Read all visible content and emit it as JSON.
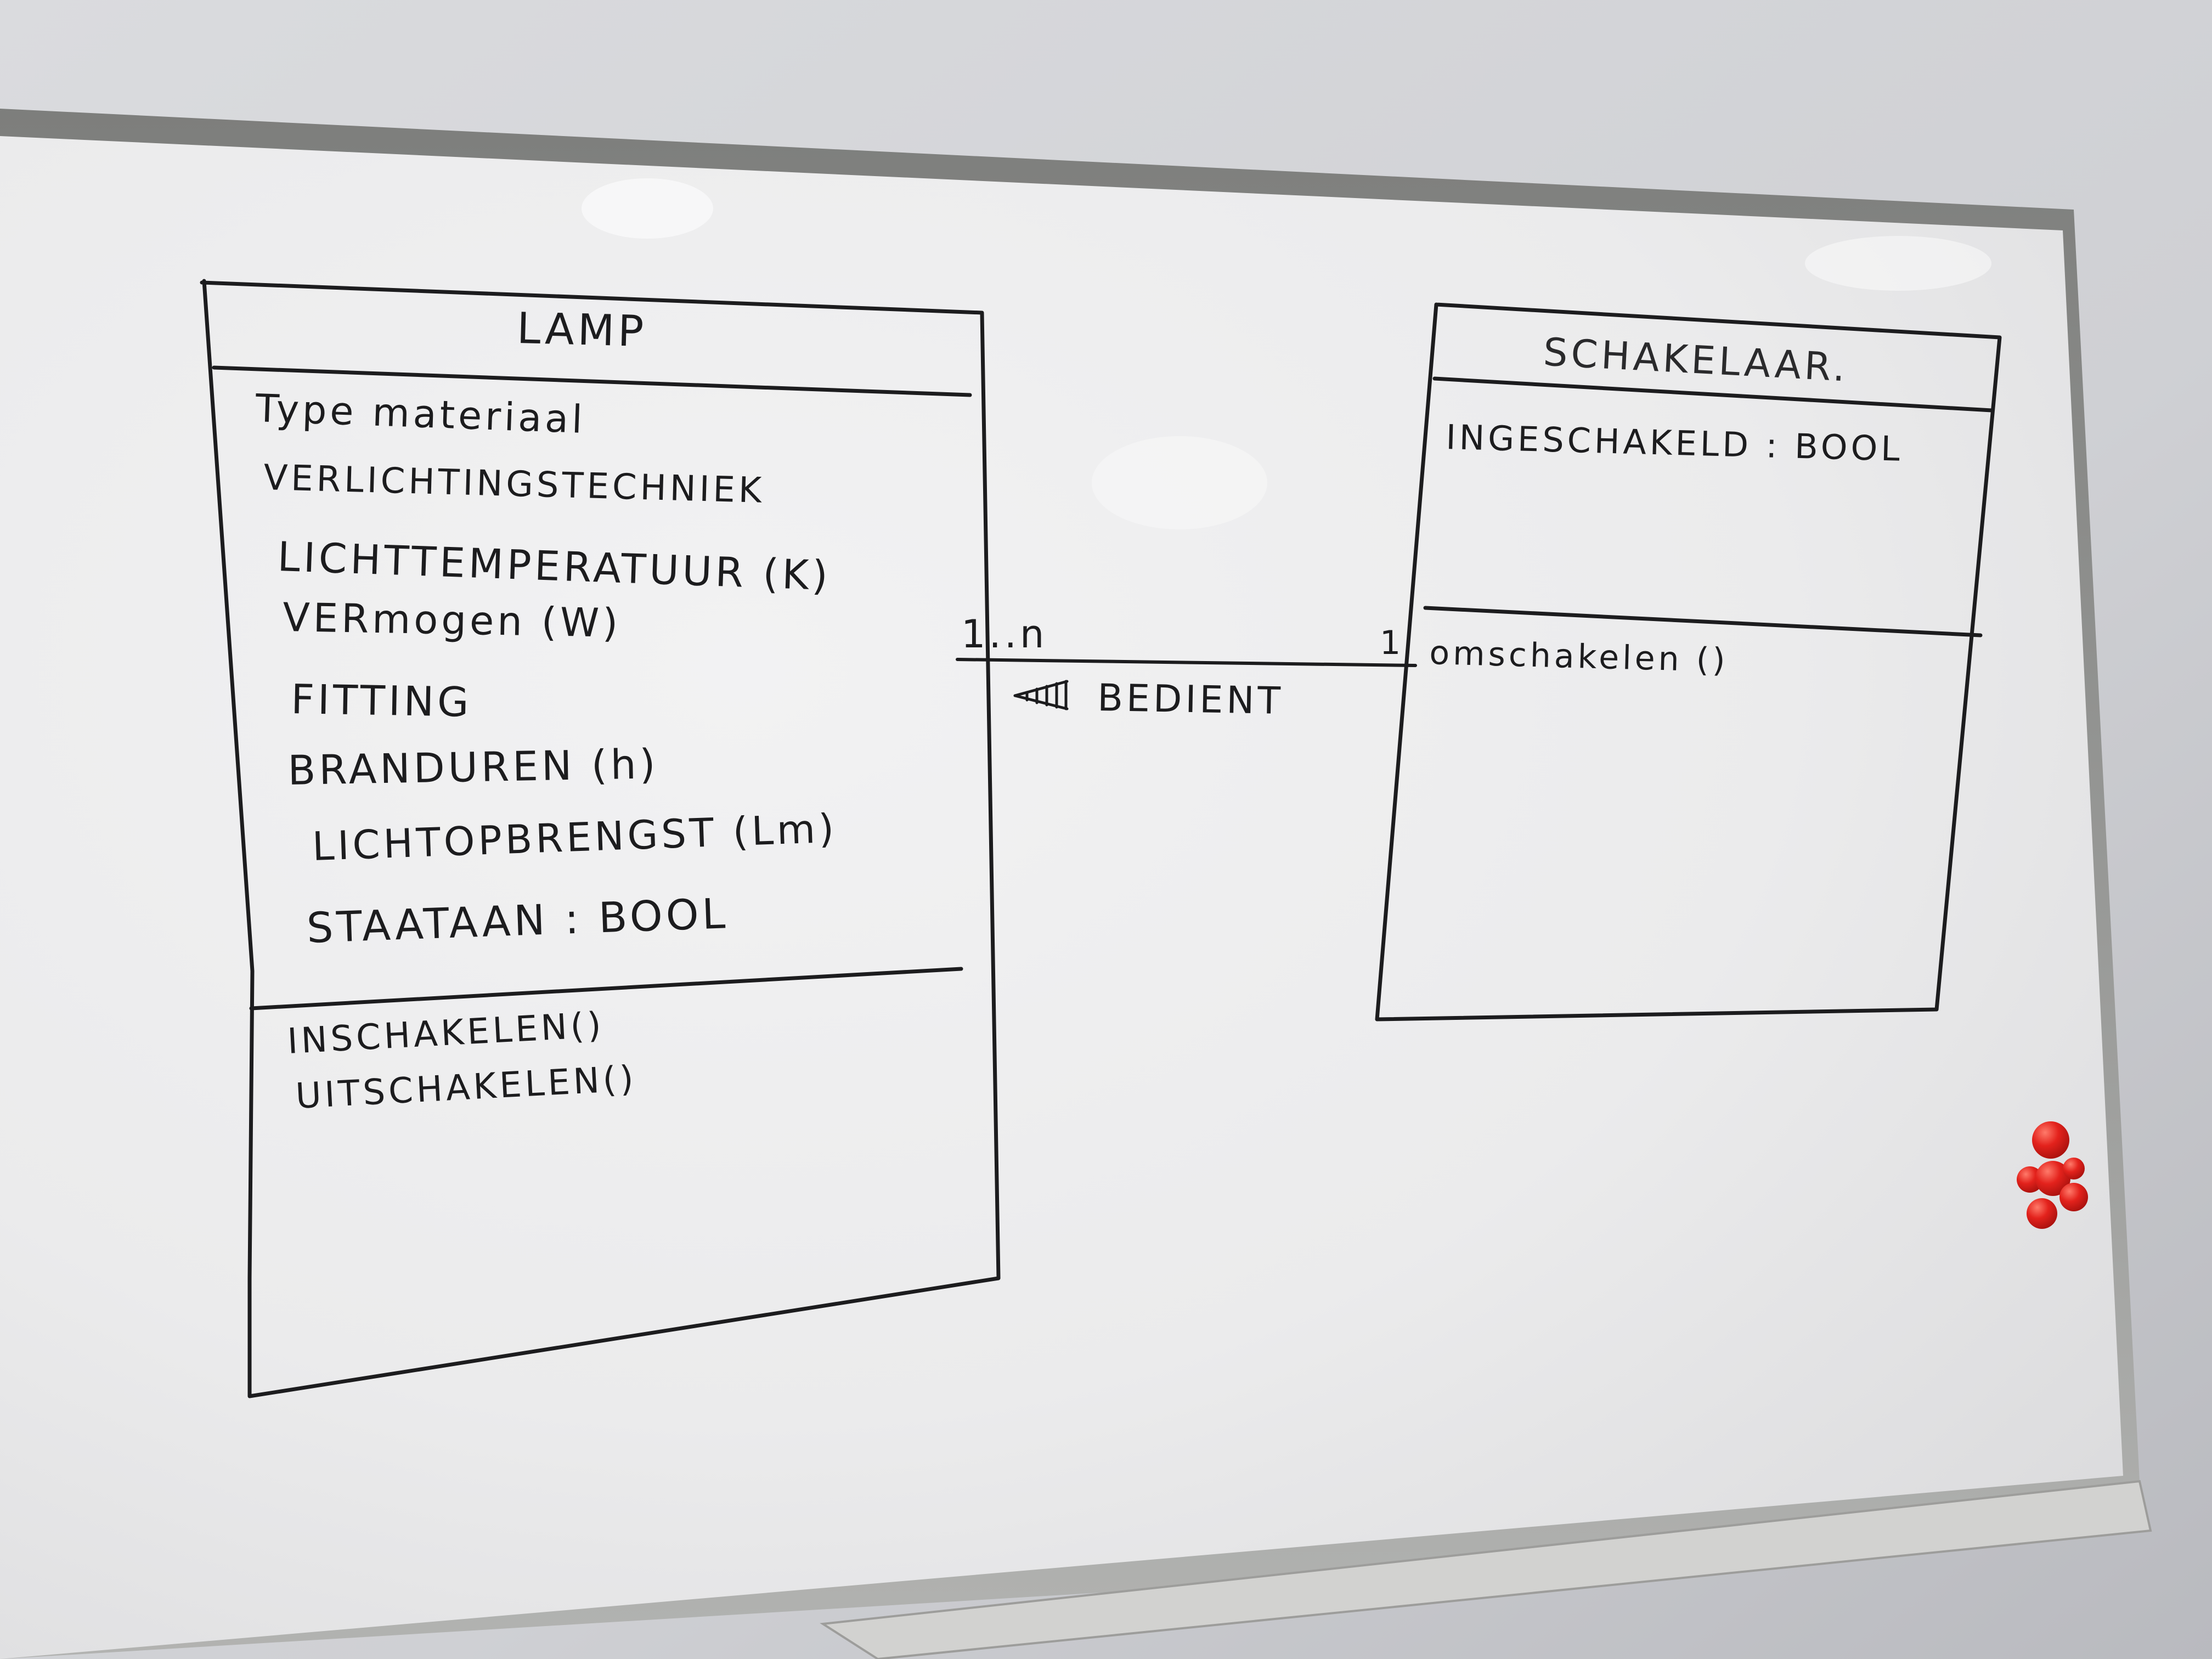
{
  "lamp": {
    "name": "LAMP",
    "attributes": [
      "Type materiaal",
      "VERLICHTINGSTECHNIEK",
      "LICHTTEMPERATUUR (K)",
      "VERmogen (W)",
      "FITTING",
      "BRANDUREN (h)",
      "LICHTOPBRENGST (Lm)",
      "STAATAAN : BOOL"
    ],
    "methods": [
      "INSCHAKELEN()",
      "UITSCHAKELEN()"
    ]
  },
  "schakelaar": {
    "name": "SCHAKELAAR.",
    "attributes": [
      "INGESCHAKELD : BOOL"
    ],
    "methods": [
      "omschakelen ()"
    ]
  },
  "association": {
    "lamp_multiplicity": "1..n",
    "schakelaar_multiplicity": "1",
    "label": "BEDIENT"
  },
  "colors": {
    "marker": "#1c1c1e",
    "board": "#ededee",
    "wall": "#cfd0d4",
    "frame": "#9a9a98",
    "magnet": "#e3221c"
  },
  "icons": [
    "red-magnet-icon",
    "direction-arrow-icon"
  ]
}
